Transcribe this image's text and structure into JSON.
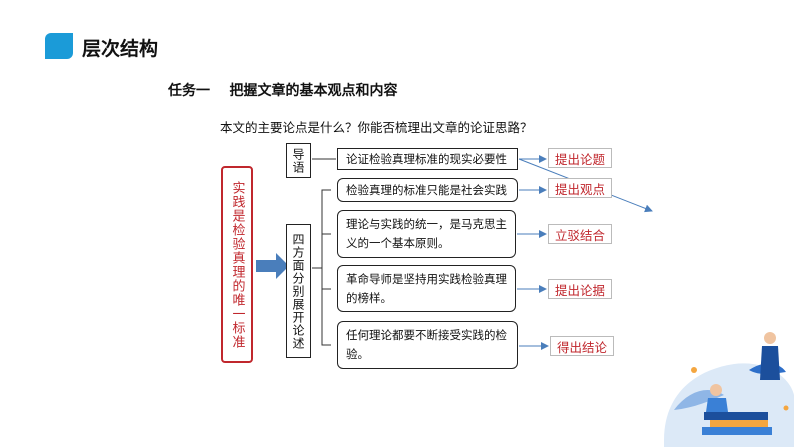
{
  "header": {
    "title": "层次结构"
  },
  "task": {
    "title": "任务一    把握文章的基本观点和内容"
  },
  "question": "本文的主要论点是什么？你能否梳理出文章的论证思路？",
  "diagram": {
    "main_claim": "实践是检验真理的唯一标准",
    "intro_label": "导语",
    "aspects_label": "四方面分别展开论述",
    "nodes": [
      "论证检验真理标准的现实必要性",
      "检验真理的标准只能是社会实践",
      "理论与实践的统一，是马克思主义的一个基本原则。",
      "革命导师是坚持用实践检验真理的榜样。",
      "任何理论都要不断接受实践的检验。"
    ],
    "tags": [
      "提出论题",
      "提出观点",
      "立驳结合",
      "提出论据",
      "得出结论"
    ],
    "colors": {
      "accent_red": "#c0272d",
      "arrow_blue": "#4a7ebb",
      "brand_blue": "#1b9bd8"
    }
  }
}
